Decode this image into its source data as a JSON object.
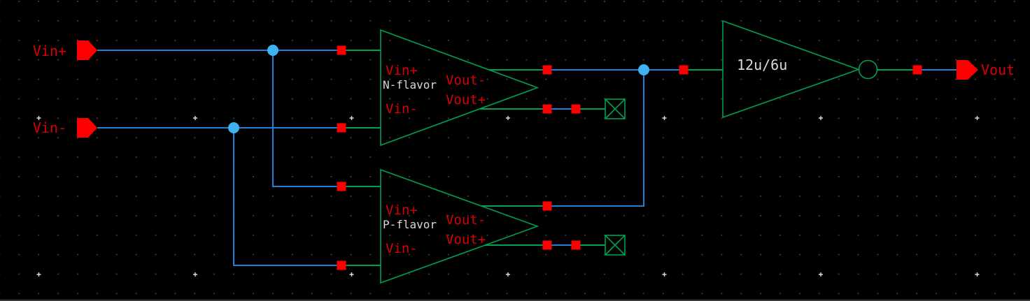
{
  "ports": {
    "vin_plus": "Vin+",
    "vin_minus": "Vin-",
    "vout": "Vout"
  },
  "amplifiers": [
    {
      "name": "N-flavor",
      "pins": {
        "in_plus": "Vin+",
        "in_minus": "Vin-",
        "out_minus": "Vout-",
        "out_plus": "Vout+"
      }
    },
    {
      "name": "P-flavor",
      "pins": {
        "in_plus": "Vin+",
        "in_minus": "Vin-",
        "out_minus": "Vout-",
        "out_plus": "Vout+"
      }
    }
  ],
  "output_buffer": {
    "label": "12u/6u"
  },
  "colors": {
    "background": "#000000",
    "wire_blue": "#2080d8",
    "junction_blue": "#3eb2ef",
    "component_green": "#00a050",
    "pin_red": "#ff0000",
    "label_red": "#d80000",
    "label_white": "#d8d8d8"
  }
}
